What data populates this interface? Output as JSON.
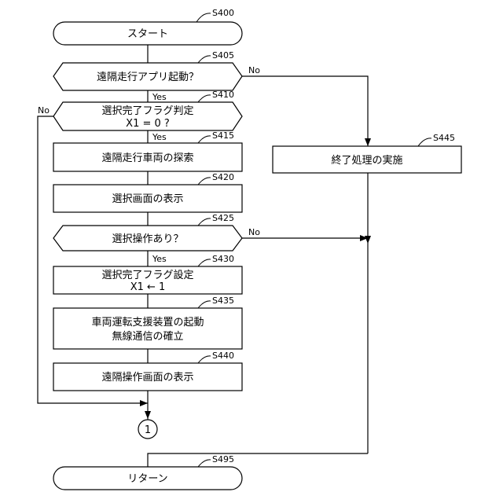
{
  "steps": {
    "s400": {
      "label": "S400",
      "text": "スタート"
    },
    "s405": {
      "label": "S405",
      "text": "遠隔走行アプリ起動？"
    },
    "s410": {
      "label": "S410",
      "line1": "選択完了フラグ判定",
      "line2": "X1 = 0 ?"
    },
    "s415": {
      "label": "S415",
      "text": "遠隔走行車両の探索"
    },
    "s420": {
      "label": "S420",
      "text": "選択画面の表示"
    },
    "s425": {
      "label": "S425",
      "text": "選択操作あり？"
    },
    "s430": {
      "label": "S430",
      "line1": "選択完了フラグ設定",
      "line2": "X1 ← 1"
    },
    "s435": {
      "label": "S435",
      "line1": "車両運転支援装置の起動",
      "line2": "無線通信の確立"
    },
    "s440": {
      "label": "S440",
      "text": "遠隔操作画面の表示"
    },
    "s445": {
      "label": "S445",
      "text": "終了処理の実施"
    },
    "s495": {
      "label": "S495",
      "text": "リターン"
    }
  },
  "branches": {
    "s405_no": "No",
    "s405_yes": "Yes",
    "s410_no": "No",
    "s410_yes": "Yes",
    "s425_no": "No",
    "s425_yes": "Yes"
  },
  "connector": {
    "label": "1"
  }
}
